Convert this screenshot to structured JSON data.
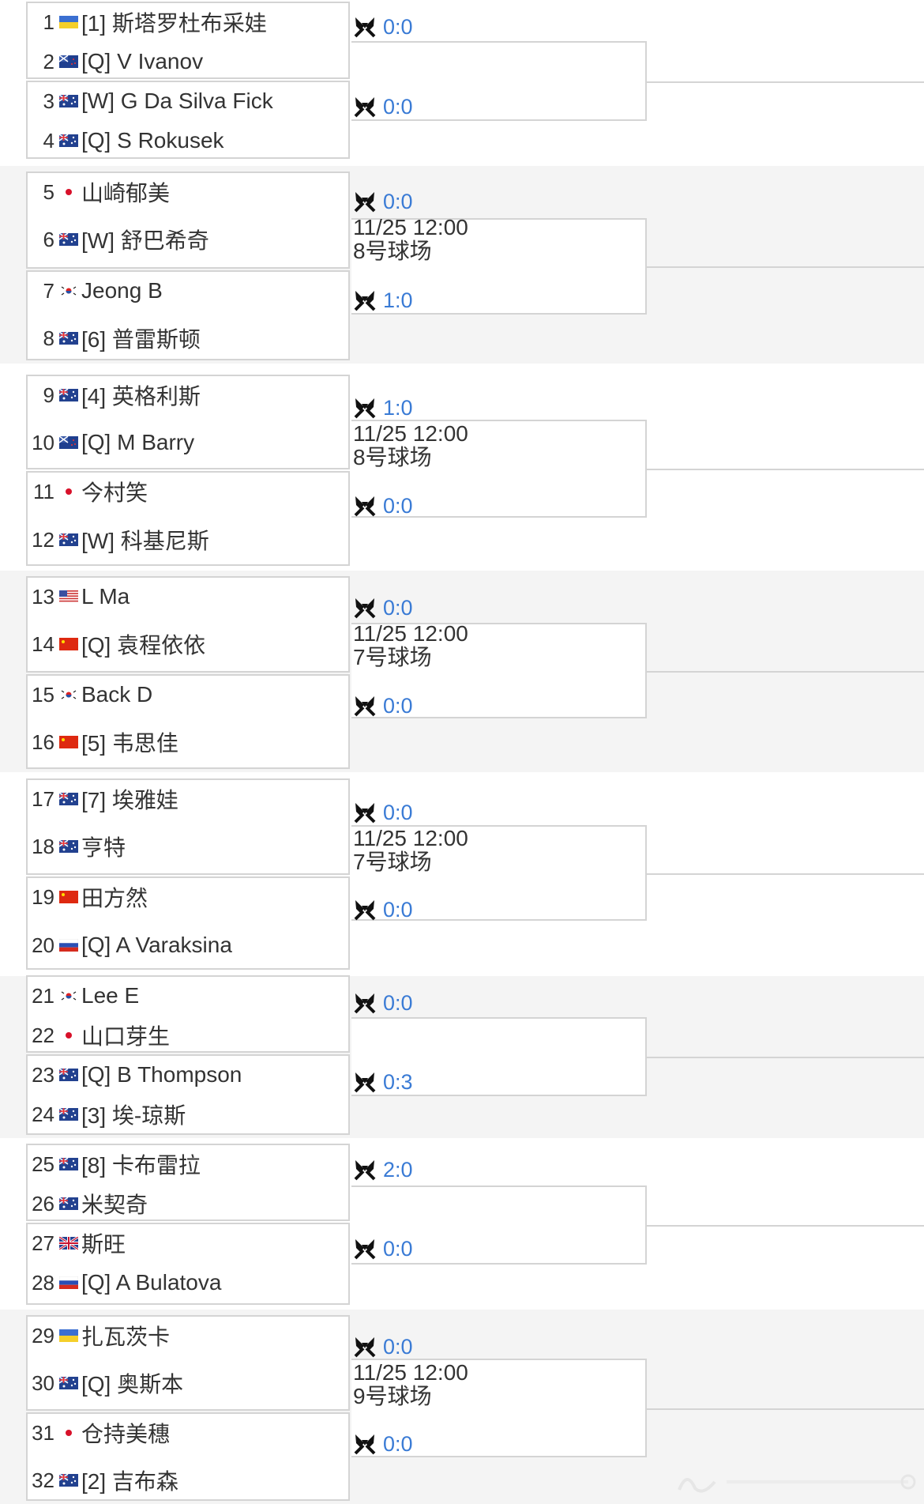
{
  "players": [
    {
      "seed": "1",
      "name": "[1] 斯塔罗杜布采娃",
      "flag": "ukraine-flag"
    },
    {
      "seed": "2",
      "name": "[Q] V Ivanov",
      "flag": "new-zealand-flag"
    },
    {
      "seed": "3",
      "name": "[W] G Da Silva Fick",
      "flag": "australia-flag"
    },
    {
      "seed": "4",
      "name": "[Q] S Rokusek",
      "flag": "australia-flag"
    },
    {
      "seed": "5",
      "name": "山崎郁美",
      "flag": "japan-flag"
    },
    {
      "seed": "6",
      "name": "[W] 舒巴希奇",
      "flag": "australia-flag"
    },
    {
      "seed": "7",
      "name": "Jeong B",
      "flag": "korea-flag"
    },
    {
      "seed": "8",
      "name": "[6] 普雷斯顿",
      "flag": "australia-flag"
    },
    {
      "seed": "9",
      "name": "[4] 英格利斯",
      "flag": "australia-flag"
    },
    {
      "seed": "10",
      "name": "[Q] M Barry",
      "flag": "new-zealand-flag"
    },
    {
      "seed": "11",
      "name": "今村笑",
      "flag": "japan-flag"
    },
    {
      "seed": "12",
      "name": "[W] 科基尼斯",
      "flag": "australia-flag"
    },
    {
      "seed": "13",
      "name": "L Ma",
      "flag": "usa-flag"
    },
    {
      "seed": "14",
      "name": "[Q] 袁程依依",
      "flag": "china-flag"
    },
    {
      "seed": "15",
      "name": "Back D",
      "flag": "korea-flag"
    },
    {
      "seed": "16",
      "name": "[5] 韦思佳",
      "flag": "china-flag"
    },
    {
      "seed": "17",
      "name": "[7] 埃雅娃",
      "flag": "australia-flag"
    },
    {
      "seed": "18",
      "name": "亨特",
      "flag": "australia-flag"
    },
    {
      "seed": "19",
      "name": "田方然",
      "flag": "china-flag"
    },
    {
      "seed": "20",
      "name": "[Q] A Varaksina",
      "flag": "russia-flag"
    },
    {
      "seed": "21",
      "name": "Lee E",
      "flag": "korea-flag"
    },
    {
      "seed": "22",
      "name": "山口芽生",
      "flag": "japan-flag"
    },
    {
      "seed": "23",
      "name": "[Q] B Thompson",
      "flag": "australia-flag"
    },
    {
      "seed": "24",
      "name": "[3] 埃-琼斯",
      "flag": "australia-flag"
    },
    {
      "seed": "25",
      "name": "[8] 卡布雷拉",
      "flag": "australia-flag"
    },
    {
      "seed": "26",
      "name": "米契奇",
      "flag": "australia-flag"
    },
    {
      "seed": "27",
      "name": "斯旺",
      "flag": "uk-flag"
    },
    {
      "seed": "28",
      "name": "[Q] A Bulatova",
      "flag": "russia-flag"
    },
    {
      "seed": "29",
      "name": "扎瓦茨卡",
      "flag": "ukraine-flag"
    },
    {
      "seed": "30",
      "name": "[Q] 奥斯本",
      "flag": "australia-flag"
    },
    {
      "seed": "31",
      "name": "仓持美穗",
      "flag": "japan-flag"
    },
    {
      "seed": "32",
      "name": "[2] 吉布森",
      "flag": "australia-flag"
    }
  ],
  "scores": [
    "0:0",
    "0:0",
    "0:0",
    "1:0",
    "1:0",
    "0:0",
    "0:0",
    "0:0",
    "0:0",
    "0:0",
    "0:0",
    "0:3",
    "2:0",
    "0:0",
    "0:0",
    "0:0"
  ],
  "schedules": [
    {
      "time": "11/25 12:00",
      "court": "8号球场"
    },
    {
      "time": "11/25 12:00",
      "court": "8号球场"
    },
    {
      "time": "11/25 12:00",
      "court": "7号球场"
    },
    {
      "time": "11/25 12:00",
      "court": "7号球场"
    },
    {
      "time": "11/25 12:00",
      "court": "9号球场"
    }
  ],
  "score_icon": "crossed-rackets-icon",
  "colors": {
    "score_text": "#3a7bd5",
    "border": "#d4d4d4",
    "band": "#f4f4f4"
  }
}
